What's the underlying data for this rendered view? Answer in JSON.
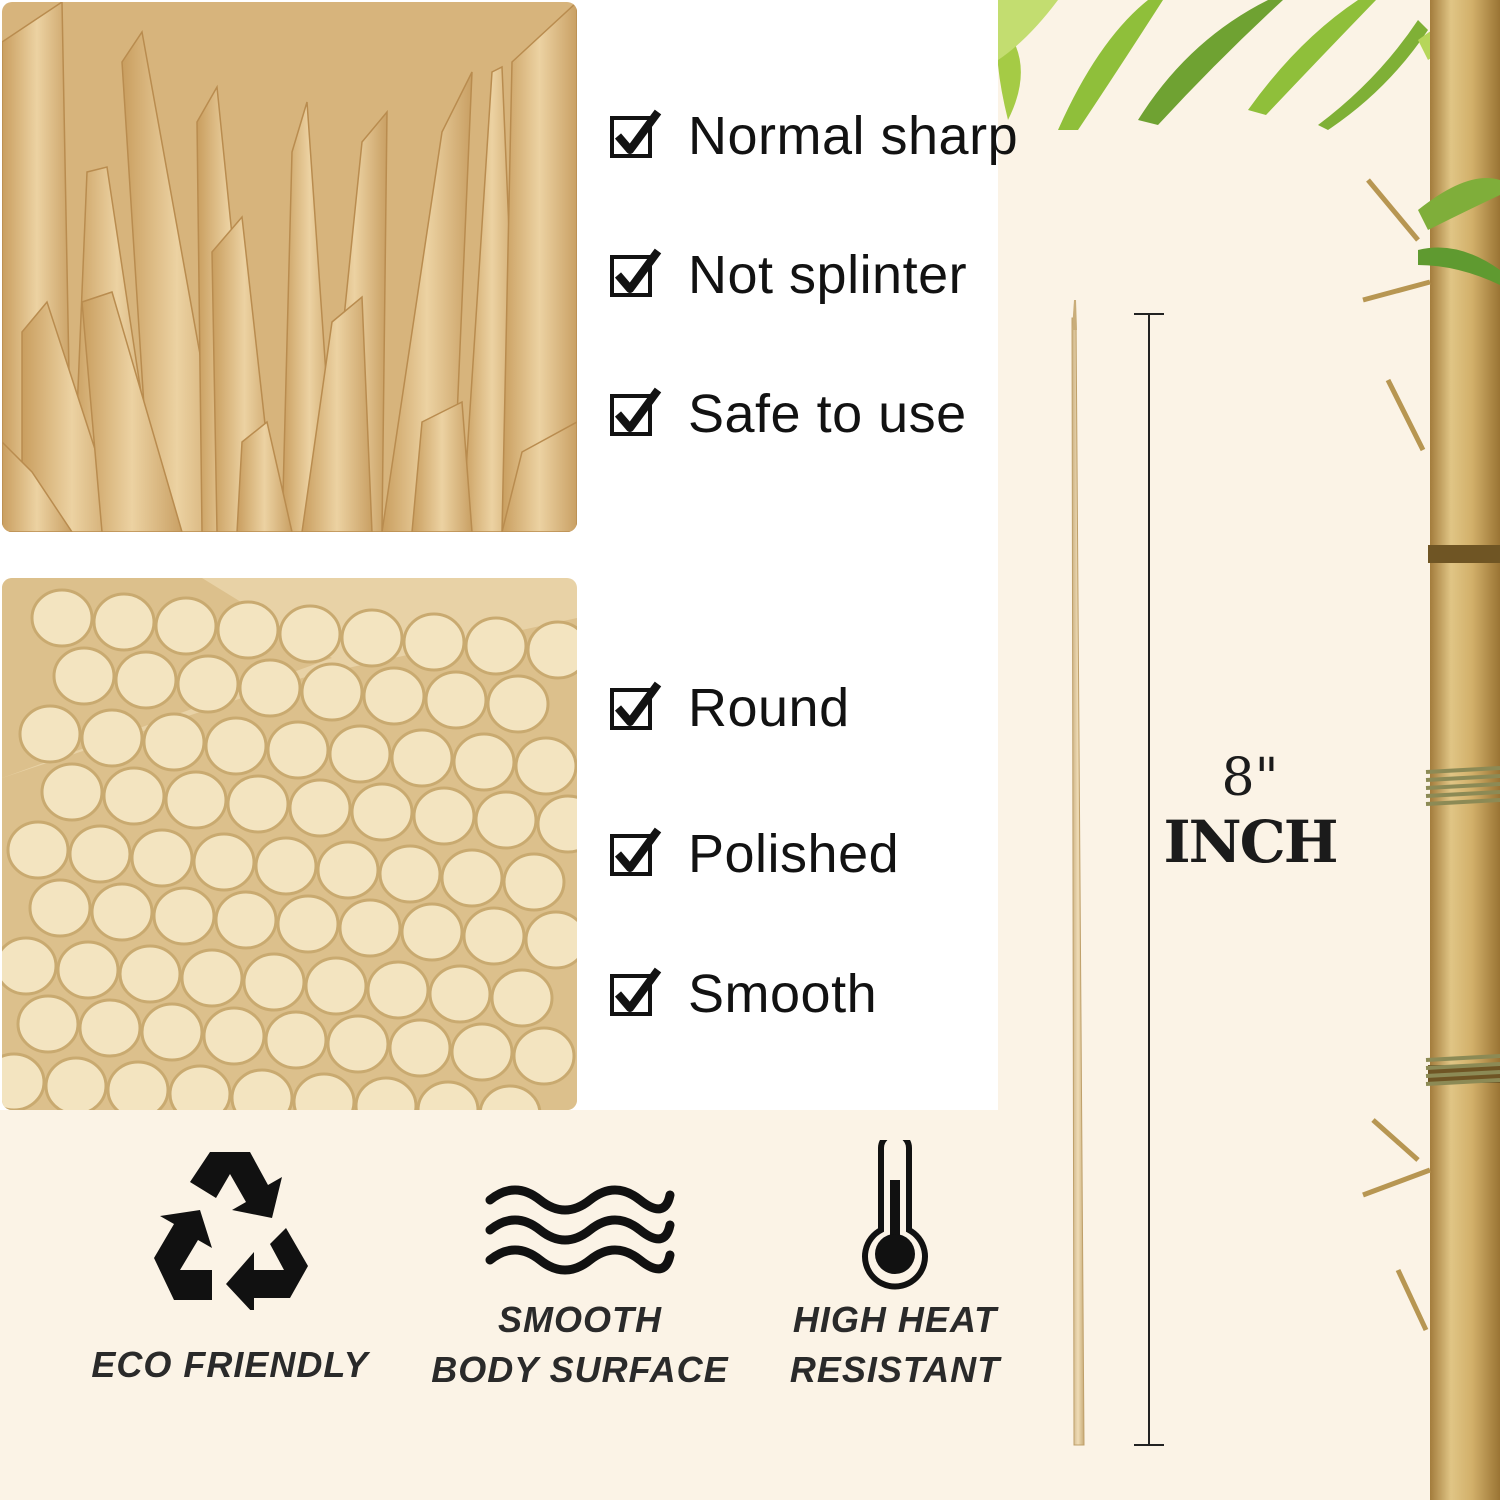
{
  "features_top": [
    {
      "label": "Normal sharp"
    },
    {
      "label": "Not splinter"
    },
    {
      "label": "Safe to use"
    }
  ],
  "features_bottom": [
    {
      "label": "Round"
    },
    {
      "label": "Polished"
    },
    {
      "label": "Smooth"
    }
  ],
  "measurement": {
    "value": "8\"",
    "unit": "INCH"
  },
  "badges": {
    "eco": {
      "line1": "ECO FRIENDLY",
      "icon": "recycle-icon"
    },
    "smooth": {
      "line1": "SMOOTH",
      "line2": "BODY SURFACE",
      "icon": "waves-icon"
    },
    "heat": {
      "line1": "HIGH HEAT",
      "line2": "RESISTANT",
      "icon": "thermometer-icon"
    }
  },
  "colors": {
    "background": "#fbf3e6",
    "bamboo": "#d9b978",
    "text": "#121212"
  }
}
